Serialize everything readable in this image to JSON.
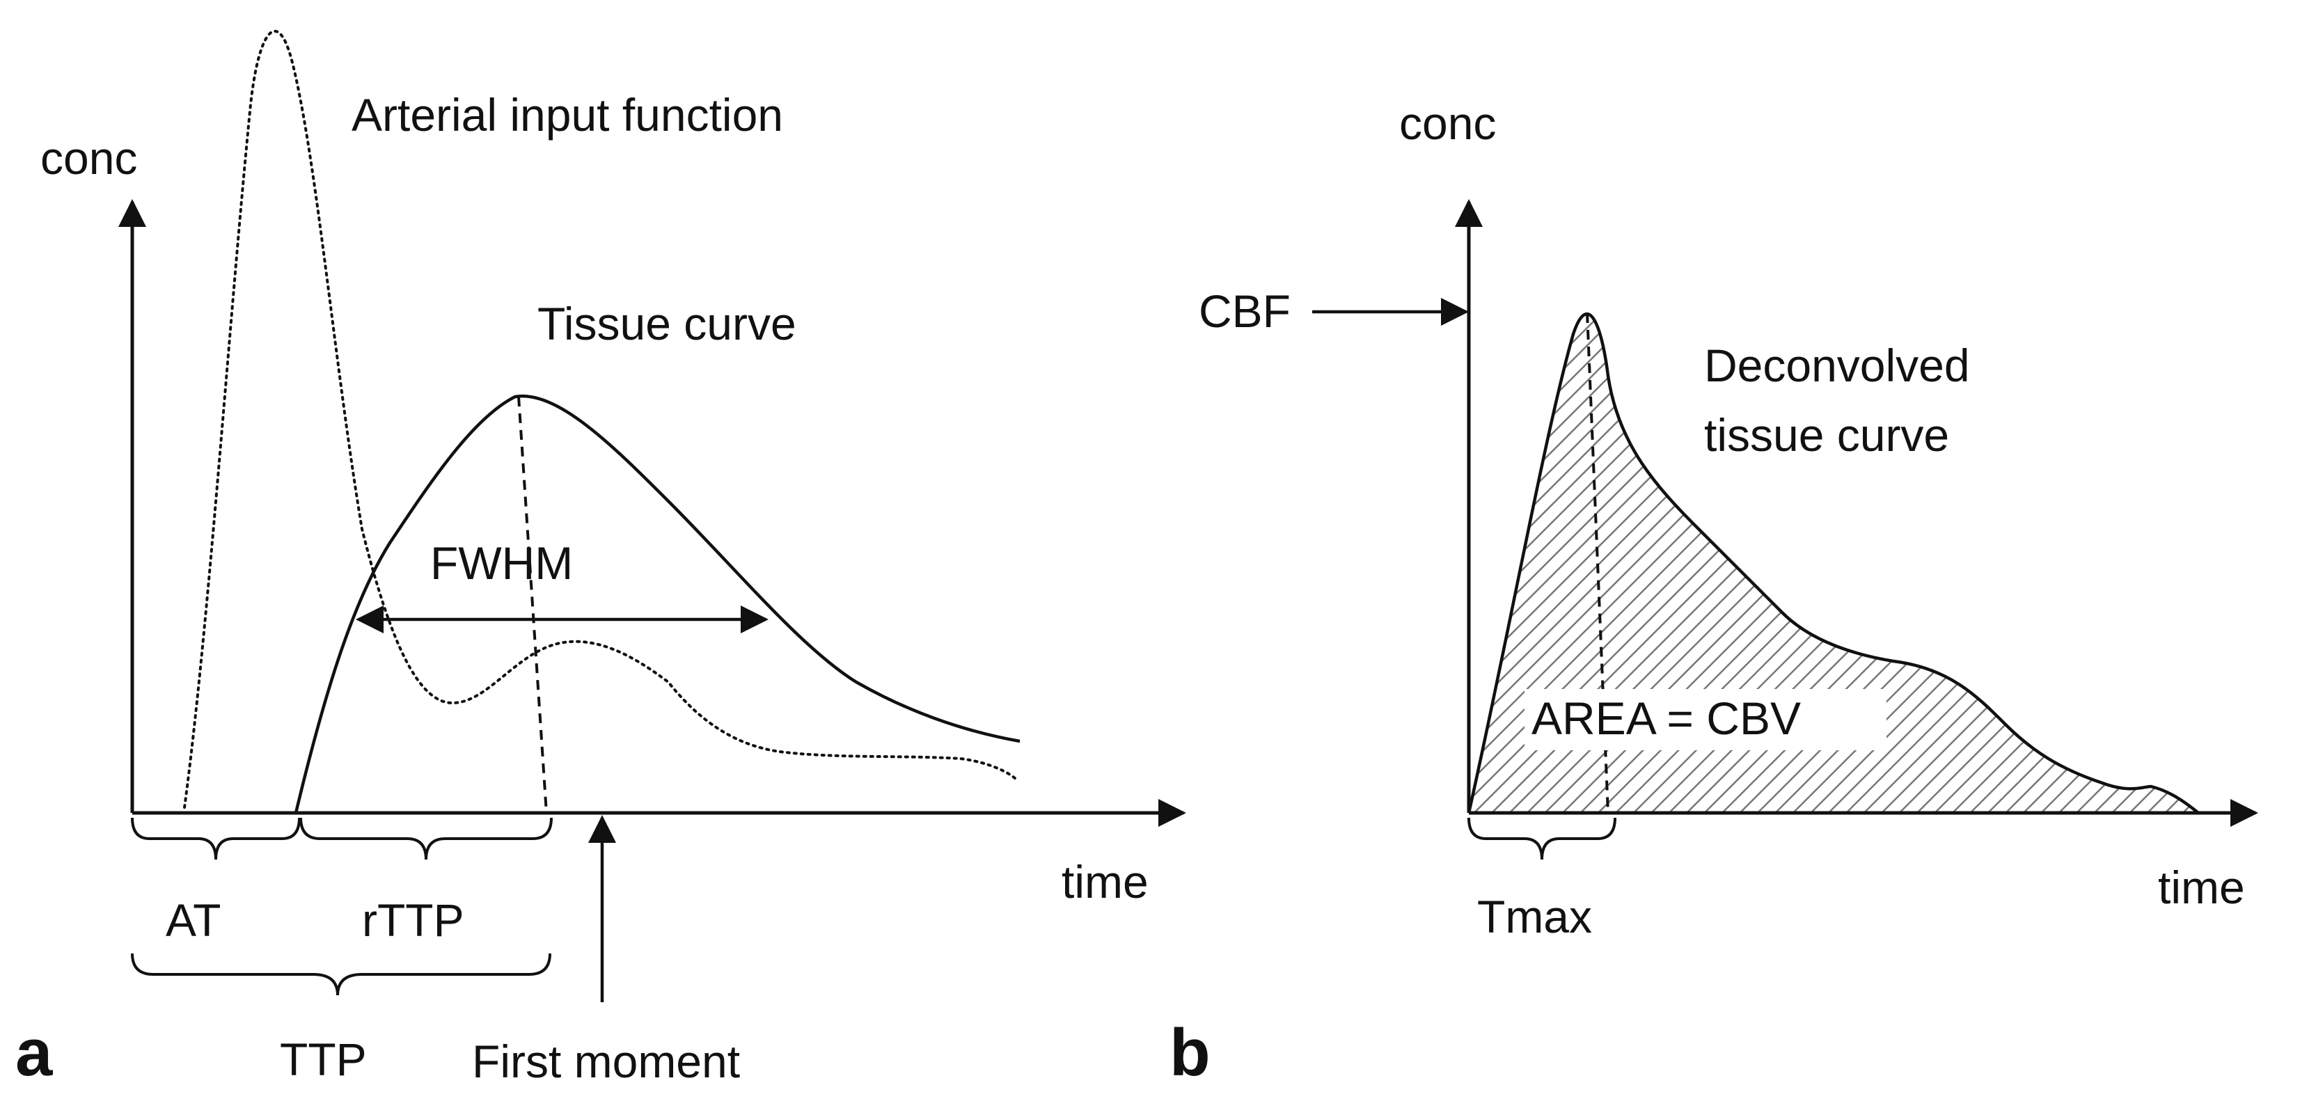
{
  "panel_a": {
    "letter": "a",
    "y_label": "conc",
    "x_label": "time",
    "aif_label": "Arterial input function",
    "tissue_label": "Tissue curve",
    "fwhm_label": "FWHM",
    "at_label": "AT",
    "rttp_label": "rTTP",
    "ttp_label": "TTP",
    "first_moment_label": "First moment"
  },
  "panel_b": {
    "letter": "b",
    "y_label": "conc",
    "x_label": "time",
    "cbf_label": "CBF",
    "deconv_line1": "Deconvolved",
    "deconv_line2": "tissue curve",
    "area_label": "AREA = CBV",
    "tmax_label": "Tmax"
  }
}
